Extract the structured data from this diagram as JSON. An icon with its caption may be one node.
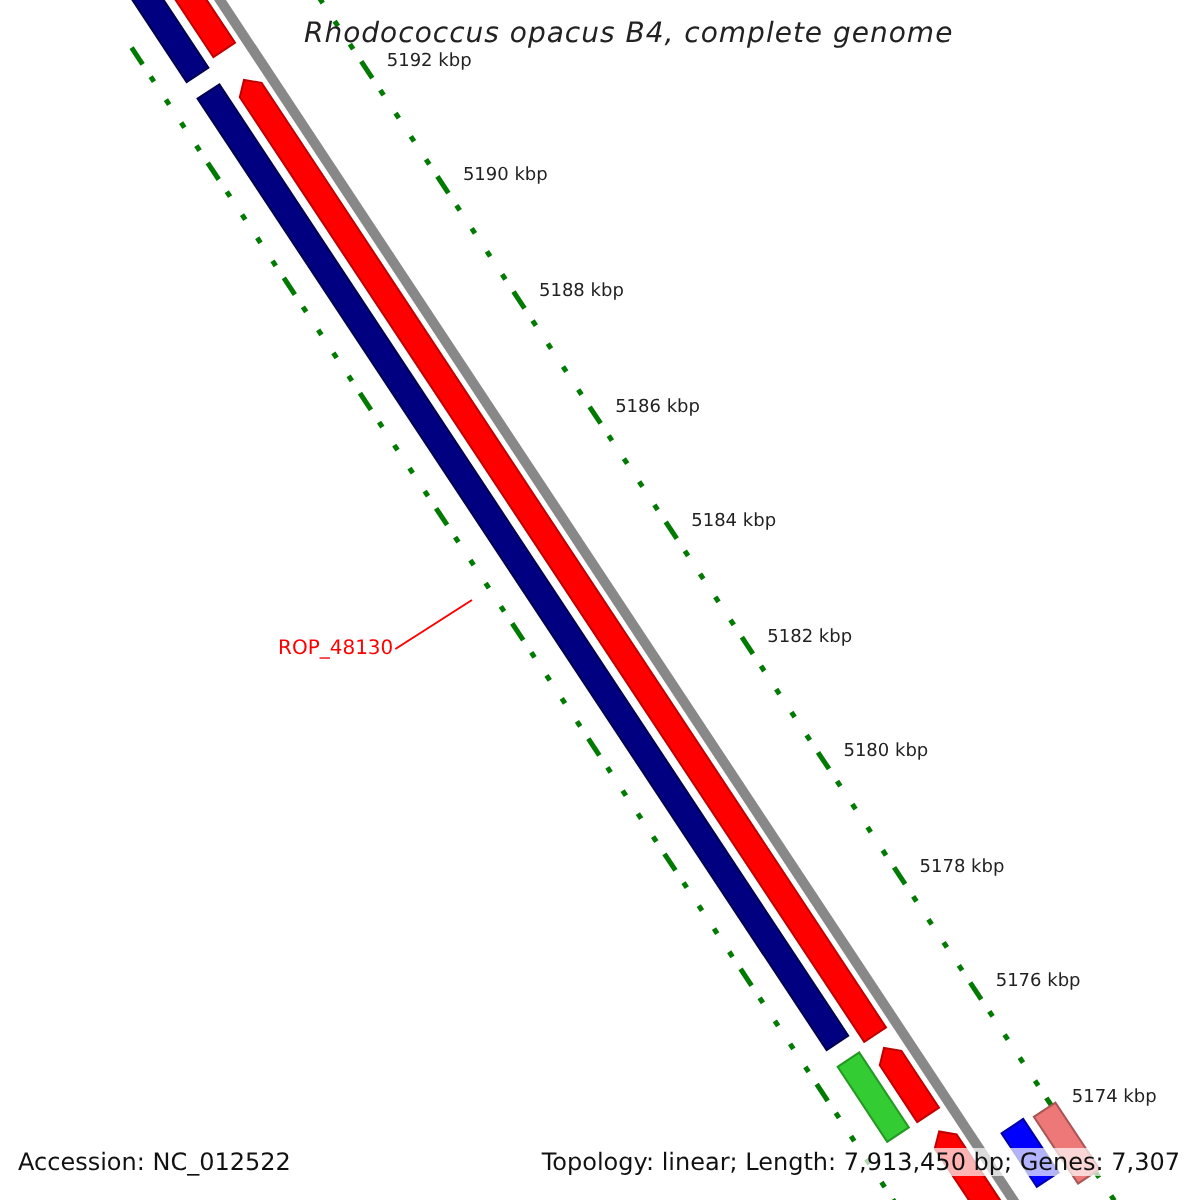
{
  "diagram": {
    "title": "Rhodococcus opacus B4, complete genome",
    "nodes": [
      {
        "text": [
          "ROP_48130"
        ]
      },
      {
        "text": [],
        "shape": "bar"
      }
    ],
    "edges": [
      {
        "from": 0,
        "to": 1,
        "arrow": "none"
      }
    ],
    "labels": [
      "5192 kbp",
      "5190 kbp",
      "5188 kbp",
      "5186 kbp",
      "5184 kbp",
      "5182 kbp",
      "5180 kbp",
      "5178 kbp",
      "5176 kbp",
      "5174 kbp",
      "Accession: NC_012522",
      "Topology: linear; Length: 7,913,450 bp; Genes: 7,307"
    ]
  }
}
